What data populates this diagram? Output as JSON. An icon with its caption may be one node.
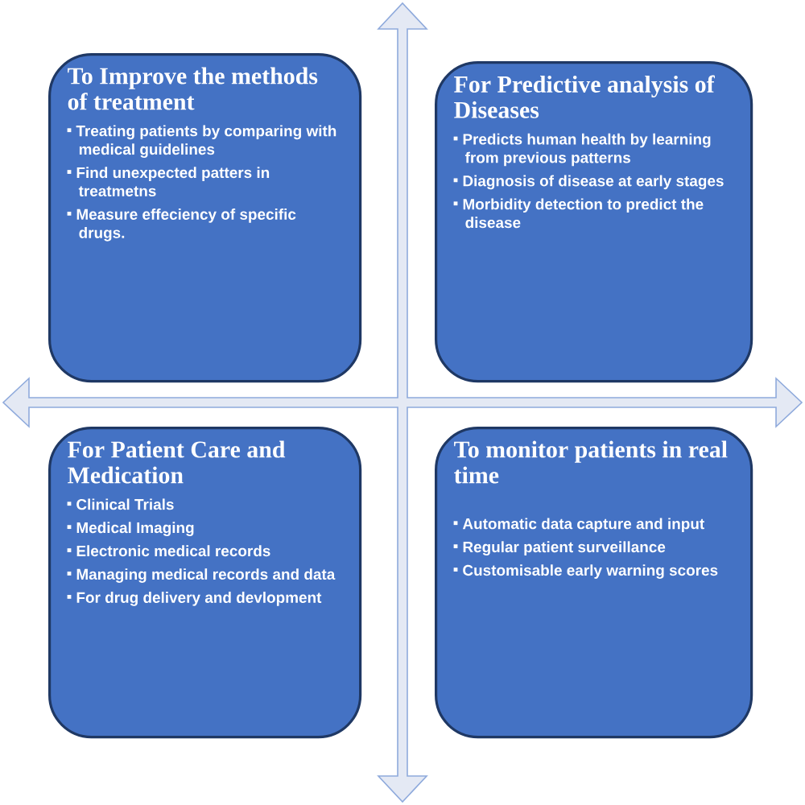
{
  "diagram": {
    "nodes": [
      {
        "text": [
          "To Improve the methods of treatment",
          "Treating patients by comparing with medical guidelines",
          "Find unexpected patters in treatmetns",
          "Measure effeciency of specific drugs."
        ]
      },
      {
        "text": [
          "For Predictive analysis of Diseases",
          "Predicts human health by learning from previous patterns",
          "Diagnosis of disease at early stages",
          "Morbidity detection to predict the disease"
        ]
      },
      {
        "text": [
          "For Patient Care and Medication",
          "Clinical Trials",
          "Medical Imaging",
          "Electronic medical records",
          "Managing medical records and data",
          "For drug delivery and devlopment"
        ]
      },
      {
        "text": [
          "To monitor patients in real time",
          "Automatic data capture and input",
          "Regular patient surveillance",
          "Customisable early warning scores"
        ]
      }
    ]
  }
}
